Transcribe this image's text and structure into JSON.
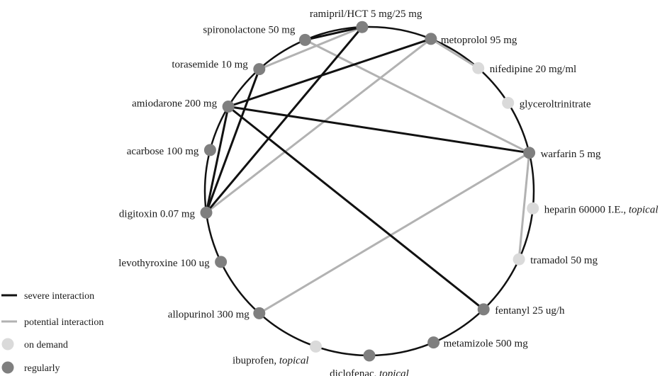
{
  "colors": {
    "regularly": "#7f7f7f",
    "on_demand": "#dadada",
    "severe": "#111111",
    "potential": "#b2b2b2",
    "circle": "#111111"
  },
  "drugs": [
    {
      "id": "ramipril",
      "label": "ramipril/HCT 5 mg/25 mg",
      "suffix": "",
      "type": "regularly"
    },
    {
      "id": "metoprolol",
      "label": "metoprolol 95 mg",
      "suffix": "",
      "type": "regularly"
    },
    {
      "id": "nifedipine",
      "label": "nifedipine 20 mg/ml",
      "suffix": "",
      "type": "on_demand"
    },
    {
      "id": "glyceroltrinitrate",
      "label": "glyceroltrinitrate",
      "suffix": "",
      "type": "on_demand"
    },
    {
      "id": "warfarin",
      "label": "warfarin 5 mg",
      "suffix": "",
      "type": "regularly"
    },
    {
      "id": "heparin",
      "label": "heparin 60000 I.E., ",
      "suffix": "topical",
      "type": "on_demand"
    },
    {
      "id": "tramadol",
      "label": "tramadol 50 mg",
      "suffix": "",
      "type": "on_demand"
    },
    {
      "id": "fentanyl",
      "label": "fentanyl 25 ug/h",
      "suffix": "",
      "type": "regularly"
    },
    {
      "id": "metamizole",
      "label": "metamizole 500 mg",
      "suffix": "",
      "type": "regularly"
    },
    {
      "id": "diclofenac",
      "label": "diclofenac, ",
      "suffix": "topical",
      "type": "regularly"
    },
    {
      "id": "ibuprofen",
      "label": "ibuprofen, ",
      "suffix": "topical",
      "type": "on_demand"
    },
    {
      "id": "allopurinol",
      "label": "allopurinol 300 mg",
      "suffix": "",
      "type": "regularly"
    },
    {
      "id": "levothyroxine",
      "label": "levothyroxine 100 ug",
      "suffix": "",
      "type": "regularly"
    },
    {
      "id": "digitoxin",
      "label": "digitoxin 0.07 mg",
      "suffix": "",
      "type": "regularly"
    },
    {
      "id": "acarbose",
      "label": "acarbose 100 mg",
      "suffix": "",
      "type": "regularly"
    },
    {
      "id": "amiodarone",
      "label": "amiodarone 200 mg",
      "suffix": "",
      "type": "regularly"
    },
    {
      "id": "torasemide",
      "label": "torasemide 10 mg",
      "suffix": "",
      "type": "regularly"
    },
    {
      "id": "spironolactone",
      "label": "spironolactone 50 mg",
      "suffix": "",
      "type": "regularly"
    }
  ],
  "interactions": [
    {
      "from": "ramipril",
      "to": "spironolactone",
      "severity": "severe"
    },
    {
      "from": "ramipril",
      "to": "torasemide",
      "severity": "potential"
    },
    {
      "from": "ramipril",
      "to": "digitoxin",
      "severity": "severe"
    },
    {
      "from": "spironolactone",
      "to": "warfarin",
      "severity": "potential"
    },
    {
      "from": "metoprolol",
      "to": "amiodarone",
      "severity": "severe"
    },
    {
      "from": "metoprolol",
      "to": "nifedipine",
      "severity": "potential"
    },
    {
      "from": "metoprolol",
      "to": "digitoxin",
      "severity": "potential"
    },
    {
      "from": "torasemide",
      "to": "digitoxin",
      "severity": "severe"
    },
    {
      "from": "amiodarone",
      "to": "digitoxin",
      "severity": "severe"
    },
    {
      "from": "amiodarone",
      "to": "warfarin",
      "severity": "severe"
    },
    {
      "from": "amiodarone",
      "to": "fentanyl",
      "severity": "severe"
    },
    {
      "from": "warfarin",
      "to": "tramadol",
      "severity": "potential"
    },
    {
      "from": "warfarin",
      "to": "allopurinol",
      "severity": "potential"
    }
  ],
  "legend": {
    "severe": "severe interaction",
    "potential": "potential interaction",
    "on_demand": "on demand",
    "regularly": "regularly"
  }
}
